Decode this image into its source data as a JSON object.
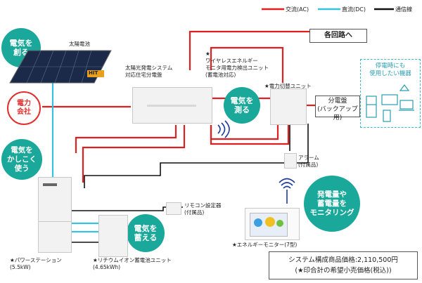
{
  "legend": {
    "ac": "交流(AC)",
    "dc": "直流(DC)",
    "comm": "通信線"
  },
  "colors": {
    "ac": "#e02020",
    "dc": "#38c0e0",
    "comm": "#111111",
    "bubble": "#1aa89a"
  },
  "bubbles": {
    "create": "電気を\n創る",
    "measure": "電気を\n測る",
    "use": "電気を\nかしこく\n使う",
    "store": "電気を\n蓄える",
    "monitor": "発電量や\n蓄電量を\nモニタリング"
  },
  "grid_label": "電力\n会社",
  "solar_label": "太陽電池",
  "hit_logo": "HIT",
  "distribution_board_label": "太陽光発電システム\n対応住宅分電盤",
  "wireless_unit_label": "★\nワイヤレスエネルギー\nモニタ用電力検出ユニット\n(蓄電池対応)",
  "switch_unit_label": "★電力切替ユニット",
  "circuits_label": "各回路へ",
  "sub_panel_label": "分電盤\n(バックアップ用)",
  "outage_label": "停電時にも\n使用したい機器",
  "alarm_label": "アラーム\n(付属品)",
  "remote_label": "リモコン設定器\n(付属品)",
  "power_station_label": "★パワーステーション\n(5.5kW)",
  "battery_label": "★リチウムイオン蓄電池ユニット\n(4.65kWh)",
  "monitor_label": "★エネルギーモニター(7型)",
  "price": {
    "line1": "システム構成商品価格:2,110,500円",
    "line2": "(★印合計の希望小売価格(税込))"
  }
}
